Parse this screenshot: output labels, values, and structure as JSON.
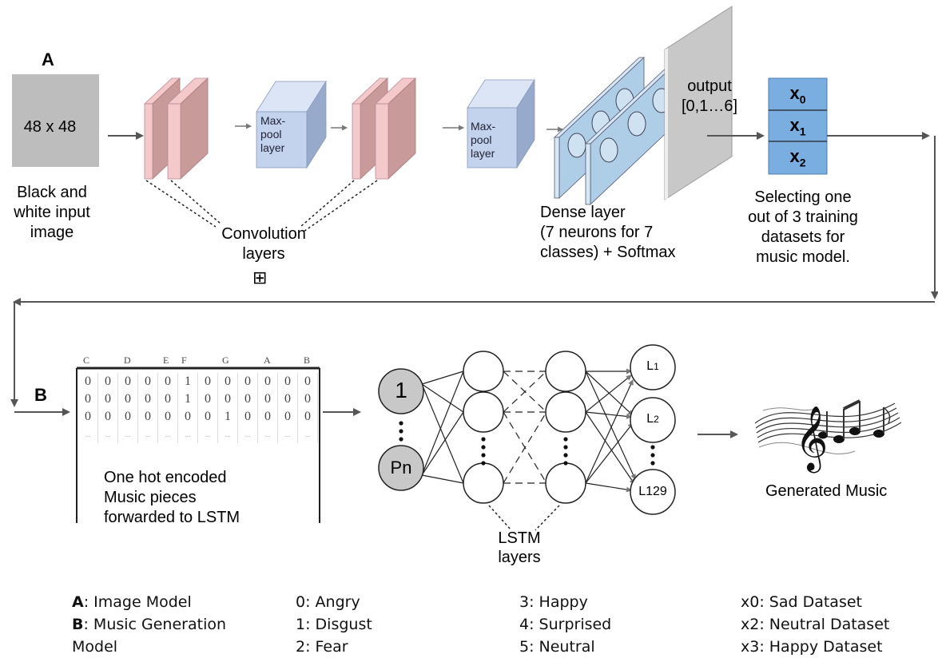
{
  "part_a": {
    "label": "A",
    "input_size": "48 x 48",
    "input_caption": [
      "Black and",
      "white input",
      "image"
    ],
    "maxpool_1": [
      "Max-",
      "pool",
      "layer"
    ],
    "maxpool_2": [
      "Max-",
      "pool",
      "layer"
    ],
    "conv_caption": [
      "Convolution",
      "layers"
    ],
    "expand_symbol": "⊞",
    "dense_caption": [
      "Dense layer",
      "(7 neurons for 7",
      "classes) + Softmax"
    ],
    "output_label": [
      "output",
      "[0,1…6]"
    ],
    "datasets": [
      "x0",
      "x1",
      "x2"
    ],
    "selector_caption": [
      "Selecting one",
      "out of 3 training",
      "datasets for",
      "music model."
    ]
  },
  "part_b": {
    "label": "B",
    "note_headers": [
      "C",
      "",
      "D",
      "",
      "E",
      "F",
      "",
      "G",
      "",
      "A",
      "",
      "B"
    ],
    "matrix_rows": [
      [
        "0",
        "0",
        "0",
        "0",
        "0",
        "1",
        "0",
        "0",
        "0",
        "0",
        "0",
        "0"
      ],
      [
        "0",
        "0",
        "0",
        "0",
        "0",
        "1",
        "0",
        "0",
        "0",
        "0",
        "0",
        "0"
      ],
      [
        "0",
        "0",
        "0",
        "0",
        "0",
        "0",
        "0",
        "1",
        "0",
        "0",
        "0",
        "0"
      ],
      [
        "...",
        "...",
        "...",
        "...",
        "...",
        "...",
        "...",
        "...",
        "...",
        "...",
        "...",
        "..."
      ]
    ],
    "matrix_caption": [
      "One hot encoded",
      "Music pieces",
      "forwarded to LSTM"
    ],
    "input_nodes": [
      "1",
      "Pn"
    ],
    "output_nodes": [
      "L1",
      "L2",
      "L129"
    ],
    "lstm_caption": [
      "LSTM",
      "layers"
    ],
    "music_caption": "Generated Music"
  },
  "legend": {
    "col1": [
      {
        "key": "A",
        "text": ": Image Model"
      },
      {
        "key": "B",
        "text": ": Music Generation"
      },
      {
        "key": "",
        "text": "Model"
      }
    ],
    "col2": [
      "0: Angry",
      "1: Disgust",
      "2: Fear"
    ],
    "col3": [
      "3: Happy",
      "4: Surprised",
      "5: Neutral"
    ],
    "col4": [
      "x0: Sad Dataset",
      "x2: Neutral Dataset",
      "x3: Happy Dataset"
    ]
  },
  "colors": {
    "conv_front": "#f3c9c9",
    "conv_side": "#c99a9a",
    "pool_front": "#c3d3ee",
    "pool_side": "#98aacb",
    "dense": "#aecde6",
    "output_panel": "#c8c8c8",
    "dataset_box": "#7aaee0",
    "arrow": "#555555"
  }
}
